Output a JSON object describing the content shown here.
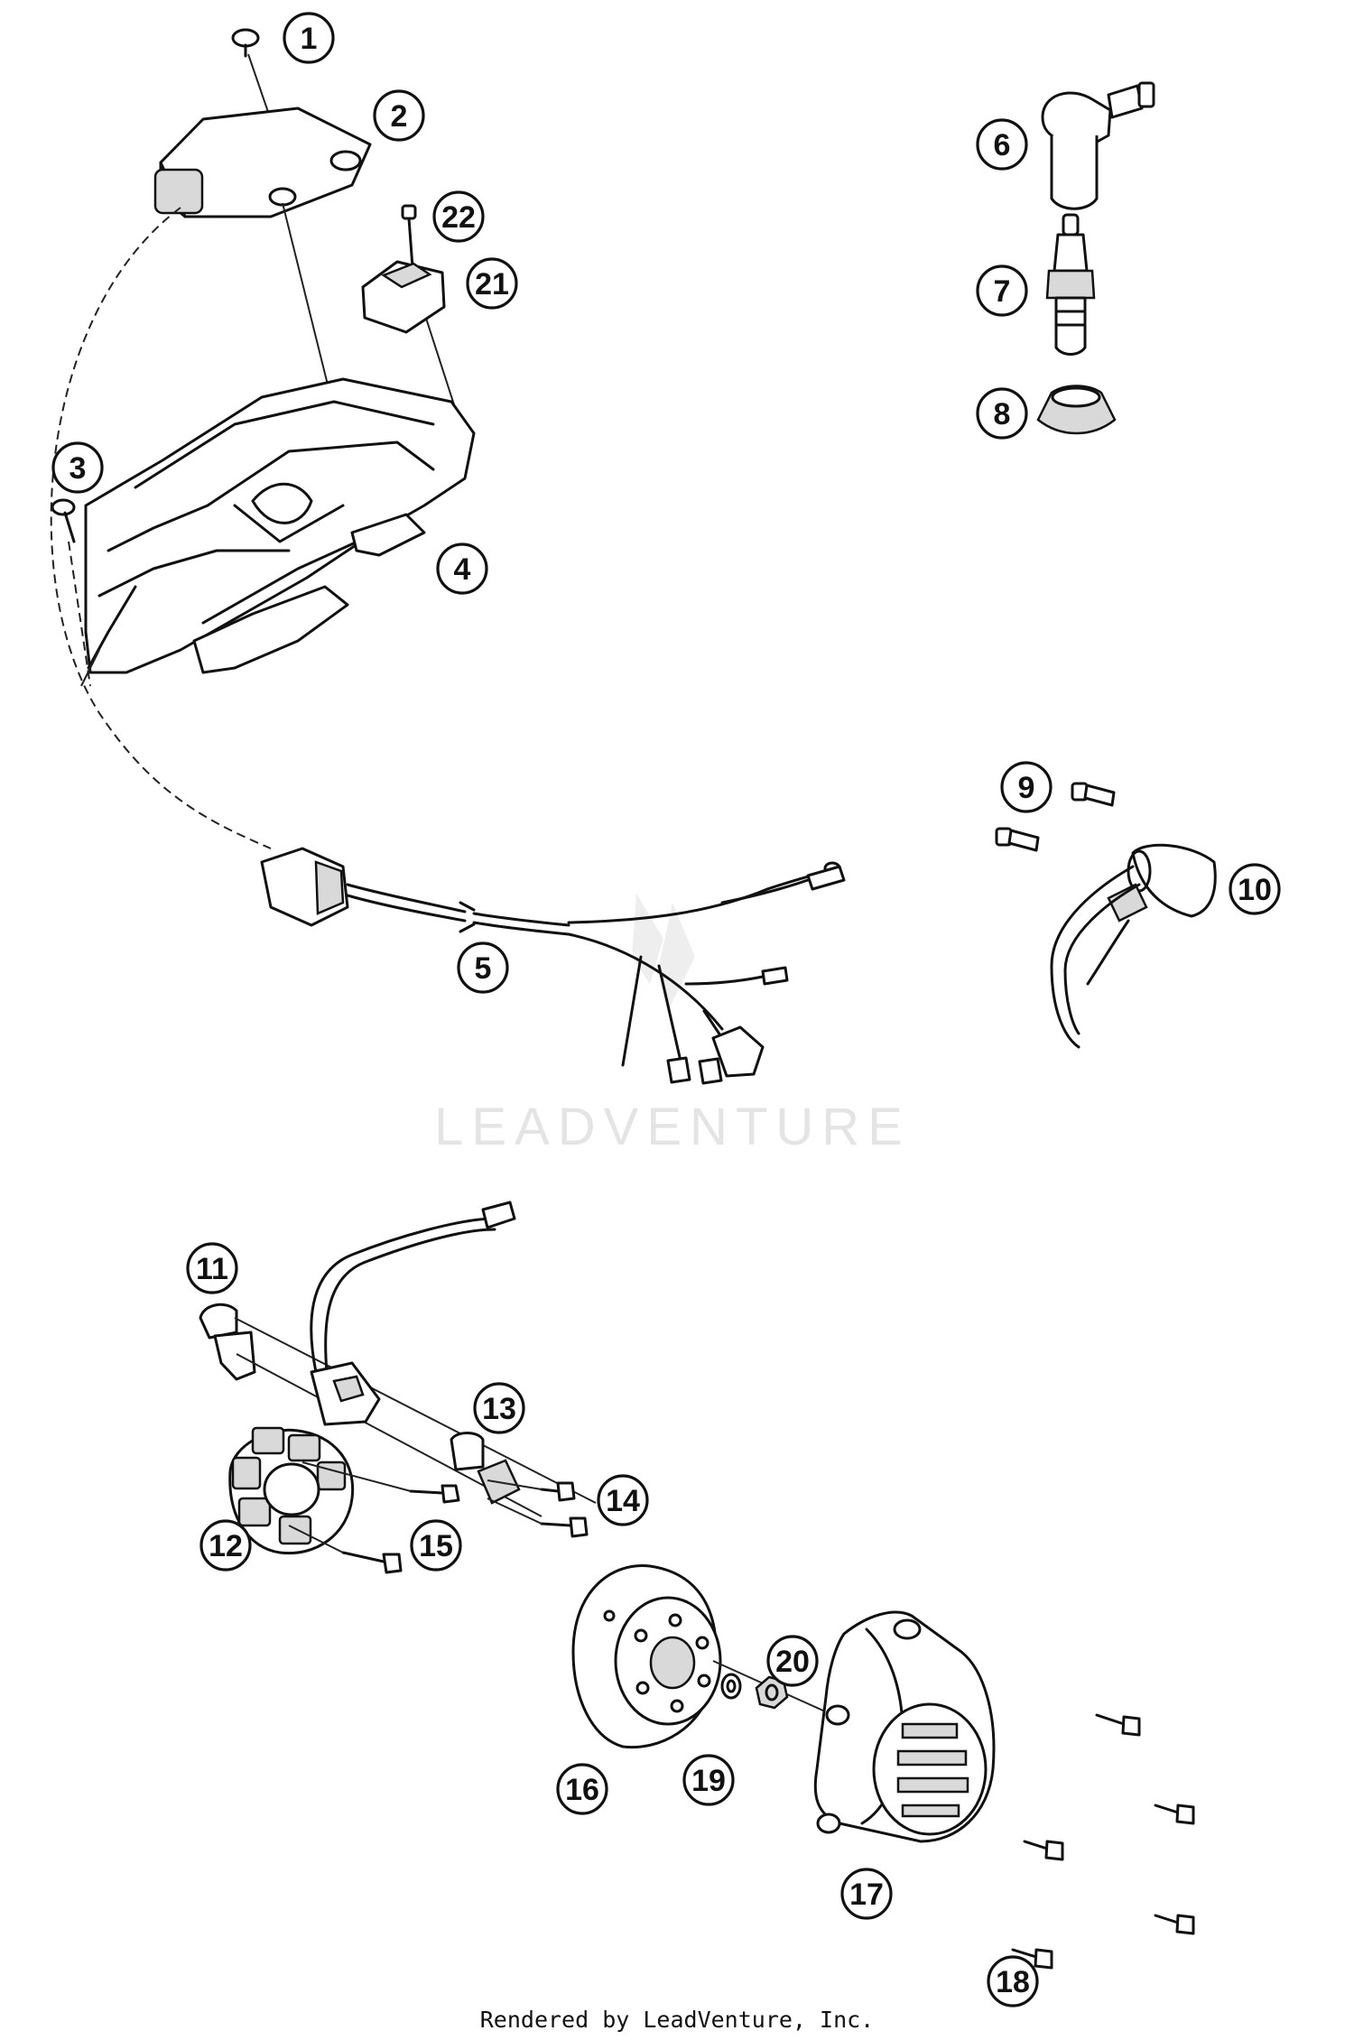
{
  "callouts": [
    {
      "label": "1"
    },
    {
      "label": "2"
    },
    {
      "label": "3"
    },
    {
      "label": "4"
    },
    {
      "label": "5"
    },
    {
      "label": "6"
    },
    {
      "label": "7"
    },
    {
      "label": "8"
    },
    {
      "label": "9"
    },
    {
      "label": "10"
    },
    {
      "label": "11"
    },
    {
      "label": "12"
    },
    {
      "label": "13"
    },
    {
      "label": "14"
    },
    {
      "label": "15"
    },
    {
      "label": "16"
    },
    {
      "label": "17"
    },
    {
      "label": "18"
    },
    {
      "label": "19"
    },
    {
      "label": "20"
    },
    {
      "label": "21"
    },
    {
      "label": "22"
    }
  ],
  "watermark": "LEADVENTURE",
  "footer": "Rendered by LeadVenture, Inc."
}
